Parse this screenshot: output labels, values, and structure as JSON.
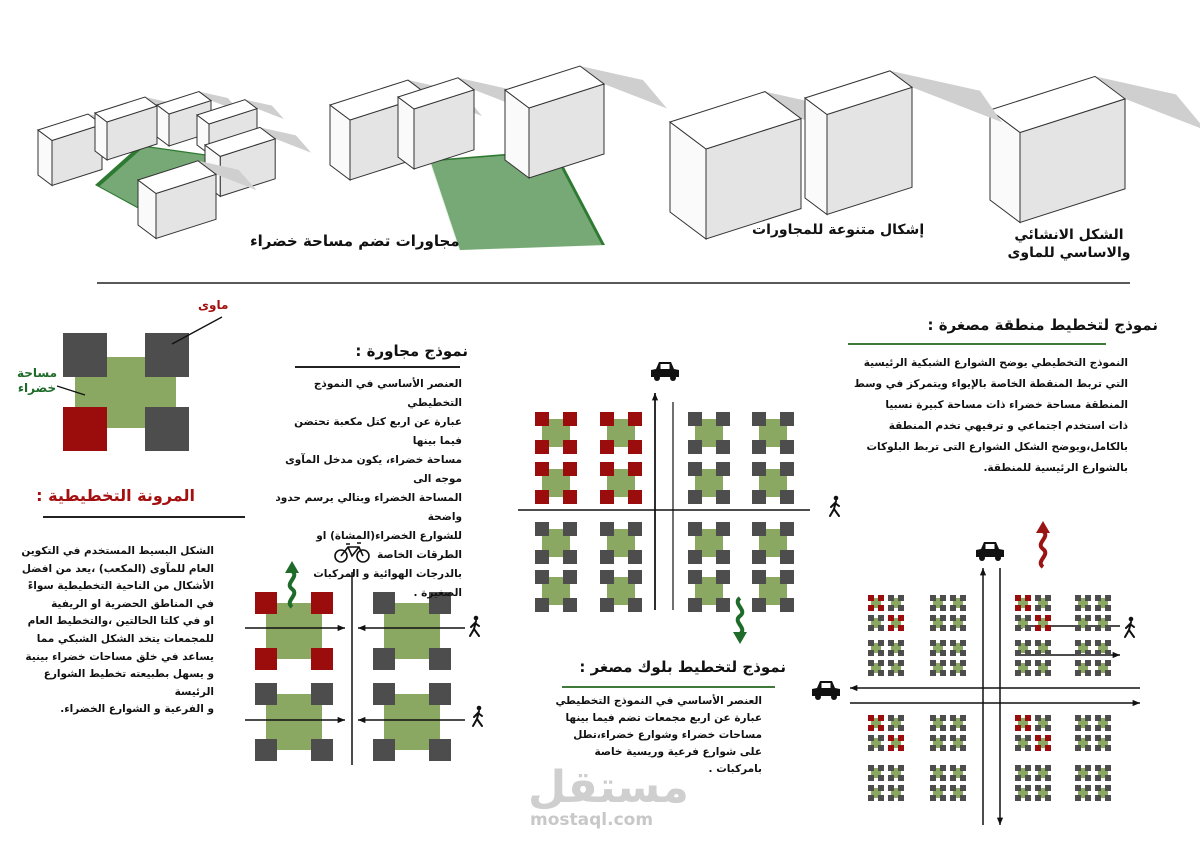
{
  "top_row": {
    "labels": {
      "neighborhoods_green": "مجاورات تضم مساحة خضراء",
      "varied_forms": "إشكال متنوعة للمجاورات",
      "basic_form": "الشكل الانشائي والاساسي للماوى"
    }
  },
  "legend": {
    "shelter_label": "ماوى",
    "green_label": "مساحة خضراء"
  },
  "neighborhood_model": {
    "heading": "نموذج مجاورة :",
    "text": "العنصر الأساسي في النموذج التخطيطي\nعبارة عن اربع كتل مكعبة تحتضن فيما بينها\nمساحة خضراء، يكون مدخل المآوى موجه الى\nالمساحة الخضراء وبتالي يرسم حدود واضحة\nللشوارع الخضراء(المشاة) او الطرقات الخاصة\nبالدرجات الهوائية و المركبات\nالصغيرة ."
  },
  "flexibility": {
    "heading": "المرونة التخطيطية :",
    "text": "الشكل البسيط المستخدم في التكوين\nالعام للمآوى (المكعب) ،يعد من افضل\nالأشكال من الناحية التخطيطية سواءً\nفي المناطق الحضرية او الريفية\nاو في كلتا الحالتين ،والتخطيط العام\nللمجمعات يتخد الشكل الشبكي مما\nيساعد في خلق مساحات خضراء بينية\nو يسهل بطبيعته تخطيط الشوارع الرئيسة\nو الفرعية و الشوارع الخضراء."
  },
  "small_area_model": {
    "heading": "نموذج لتخطيط منطقة مصغرة :",
    "text": "النموذج التخطيطي يوضح الشوارع الشبكية الرئيسية\nالتي تربط المنقطة الخاصة بالإيواء ويتمركز في وسط\nالمنطقة مساحة خضراء ذات مساحة كبيرة نسبيا\nذات استخدم اجتماعي و ترفيهي تخدم المنطقة\nبالكامل،ويوضح الشكل الشوارع التى تربط البلوكات\nبالشوارع الرئيسية للمنطقة."
  },
  "small_block_model": {
    "heading": "نموذج لتخطيط بلوك مصغر :",
    "text": "العنصر الأساسي في النموذج التخطيطي\nعبارة عن اربع مجمعات تضم فيما بينها\nمساحات خضراء وشوارع خضراء،تطل\nعلى شوارع فرعية وريسية خاصة بامركبات ."
  },
  "watermark": {
    "arabic": "مستقل",
    "latin": "mostaql.com"
  },
  "icons": [
    "car-icon",
    "bicycle-icon",
    "pedestrian-icon",
    "squiggle-arrow-icon"
  ],
  "colors": {
    "shelter_grey": "#4d4d4d",
    "shelter_red": "#9b0d0d",
    "green_space": "#8aa862",
    "label_green": "#1e6b2a",
    "label_red": "#a3100f",
    "rule_green": "#3f7a3a",
    "arrow_green": "#1f6b2a",
    "arrow_red": "#9b1414"
  }
}
